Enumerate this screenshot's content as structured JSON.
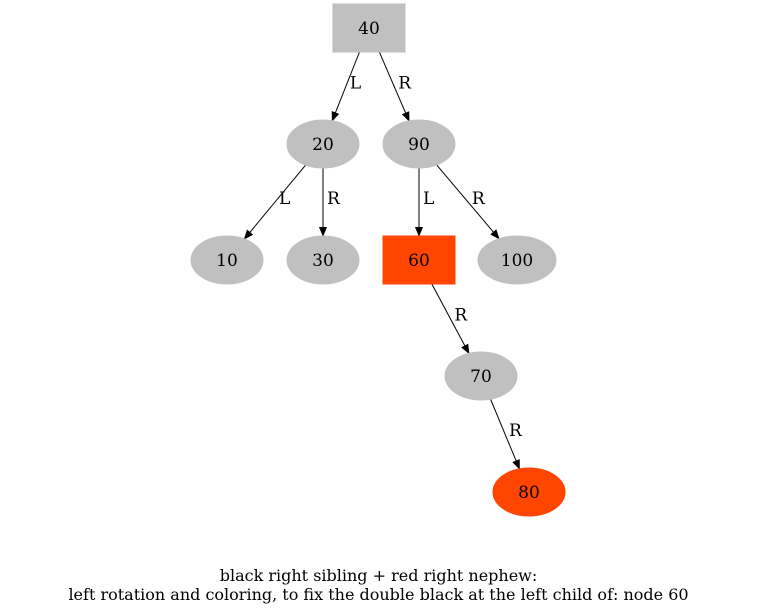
{
  "colors": {
    "default_node": "#c0c0c0",
    "highlight_node": "#ff4500",
    "edge": "#000000",
    "text": "#000000",
    "background": "#ffffff"
  },
  "tree": {
    "nodes": [
      {
        "id": "n40",
        "label": "40",
        "shape": "box",
        "color": "default_node"
      },
      {
        "id": "n20",
        "label": "20",
        "shape": "ellipse",
        "color": "default_node"
      },
      {
        "id": "n90",
        "label": "90",
        "shape": "ellipse",
        "color": "default_node"
      },
      {
        "id": "n10",
        "label": "10",
        "shape": "ellipse",
        "color": "default_node"
      },
      {
        "id": "n30",
        "label": "30",
        "shape": "ellipse",
        "color": "default_node"
      },
      {
        "id": "n60",
        "label": "60",
        "shape": "box",
        "color": "highlight_node"
      },
      {
        "id": "n100",
        "label": "100",
        "shape": "ellipse",
        "color": "default_node"
      },
      {
        "id": "n70",
        "label": "70",
        "shape": "ellipse",
        "color": "default_node"
      },
      {
        "id": "n80",
        "label": "80",
        "shape": "ellipse",
        "color": "highlight_node"
      }
    ],
    "edges": [
      {
        "from": "n40",
        "to": "n20",
        "label": "L"
      },
      {
        "from": "n40",
        "to": "n90",
        "label": "R"
      },
      {
        "from": "n20",
        "to": "n10",
        "label": "L"
      },
      {
        "from": "n20",
        "to": "n30",
        "label": "R"
      },
      {
        "from": "n90",
        "to": "n60",
        "label": "L"
      },
      {
        "from": "n90",
        "to": "n100",
        "label": "R"
      },
      {
        "from": "n60",
        "to": "n70",
        "label": "R"
      },
      {
        "from": "n70",
        "to": "n80",
        "label": "R"
      }
    ]
  },
  "caption": {
    "line1": "black right sibling + red right nephew:",
    "line2": "left rotation and coloring, to fix the double black at the left child of: node 60"
  }
}
